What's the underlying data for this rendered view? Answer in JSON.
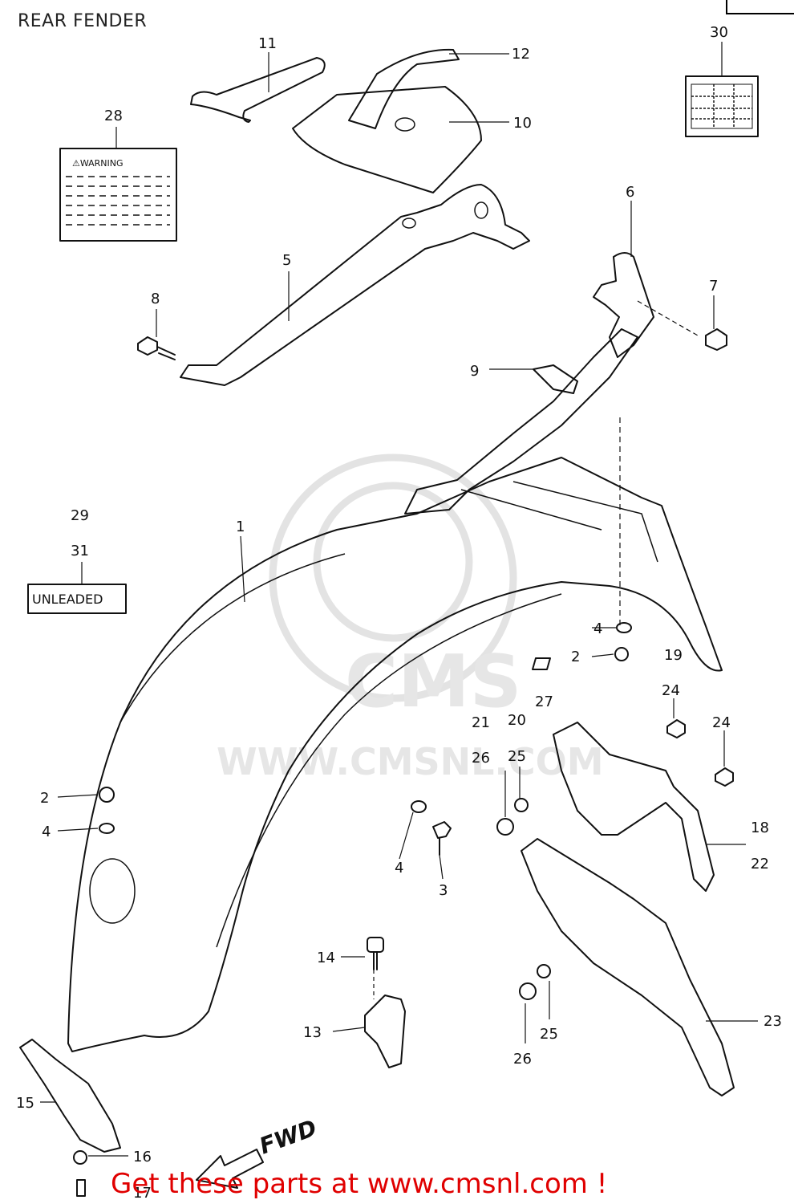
{
  "page": {
    "title": "REAR FENDER",
    "footer": "Get these parts at www.cmsnl.com !",
    "watermark_text": "WWW.CMSNL.COM",
    "watermark_logo": "CMS"
  },
  "labels": {
    "warning": "⚠WARNING",
    "unleaded": "UNLEADED",
    "fwd": "FWD"
  },
  "callouts": {
    "c1": "1",
    "c2a": "2",
    "c2b": "2",
    "c3": "3",
    "c4a": "4",
    "c4b": "4",
    "c4c": "4",
    "c5": "5",
    "c6": "6",
    "c7": "7",
    "c8": "8",
    "c9": "9",
    "c10": "10",
    "c11": "11",
    "c12": "12",
    "c13": "13",
    "c14": "14",
    "c15": "15",
    "c16": "16",
    "c17": "17",
    "c18": "18",
    "c19": "19",
    "c20": "20",
    "c21": "21",
    "c22": "22",
    "c23": "23",
    "c24a": "24",
    "c24b": "24",
    "c25a": "25",
    "c25b": "25",
    "c26a": "26",
    "c26b": "26",
    "c27": "27",
    "c28": "28",
    "c29": "29",
    "c30": "30",
    "c31": "31"
  }
}
